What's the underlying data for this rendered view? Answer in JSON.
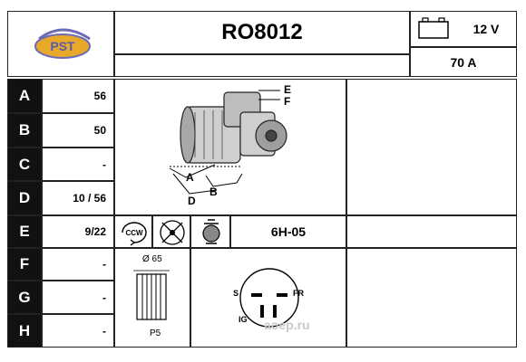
{
  "header": {
    "logo_text": "PST",
    "part_number": "RO8012",
    "voltage": "12 V",
    "amperage": "70 A"
  },
  "rows": [
    {
      "label": "A",
      "value": "56"
    },
    {
      "label": "B",
      "value": "50"
    },
    {
      "label": "C",
      "value": "-"
    },
    {
      "label": "D",
      "value": "10 / 56"
    },
    {
      "label": "E",
      "value": "9/22"
    },
    {
      "label": "F",
      "value": "-"
    },
    {
      "label": "G",
      "value": "-"
    },
    {
      "label": "H",
      "value": "-"
    }
  ],
  "diagram": {
    "labels": {
      "a": "A",
      "b": "B",
      "d": "D",
      "e": "E",
      "f": "F"
    }
  },
  "icons": {
    "rotation_text": "CCW",
    "regulator_code": "6H-05"
  },
  "pulley": {
    "diameter": "Ø 65",
    "type": "P5"
  },
  "connector": {
    "s": "S",
    "fr": "FR",
    "ig": "IG"
  },
  "watermark": "aoep.ru"
}
